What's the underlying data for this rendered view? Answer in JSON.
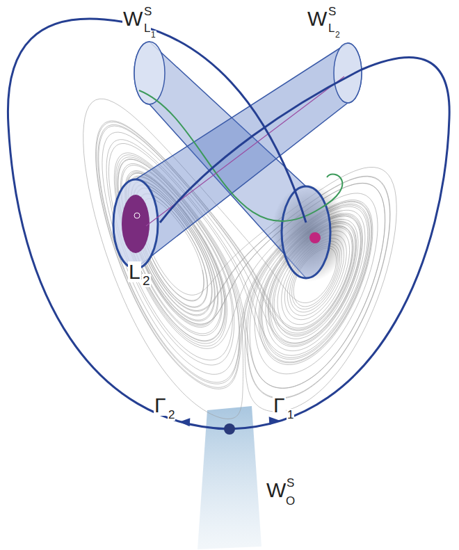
{
  "diagram": {
    "labels": [
      "W",
      "S",
      "L",
      "1",
      "W",
      "S",
      "L",
      "2",
      "L",
      "2",
      "Γ",
      "2",
      "Γ",
      "1",
      "W",
      "S",
      "O"
    ]
  }
}
